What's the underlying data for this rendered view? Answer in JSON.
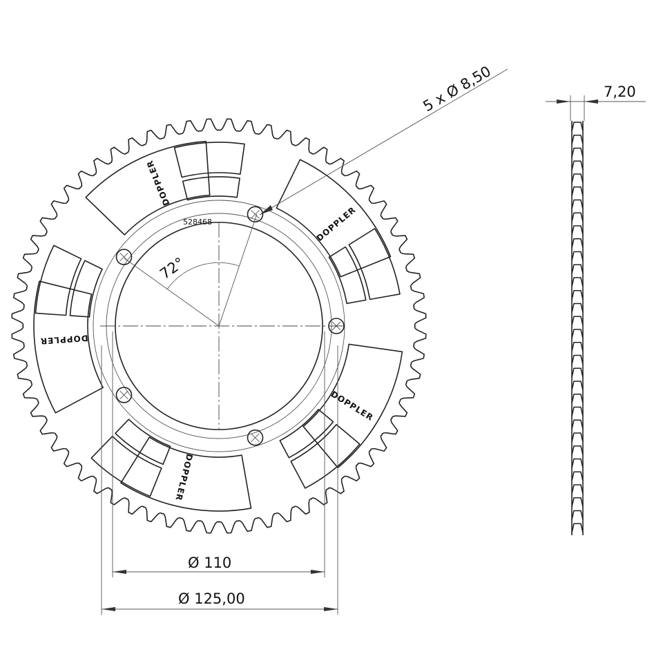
{
  "drawing": {
    "part_number": "528468",
    "brand": "DOPPLER",
    "bolt_angle_label": "72°",
    "bolt_holes_label": "5 x Ø 8,50",
    "inner_diameter_label": "Ø 110",
    "bolt_circle_label": "Ø 125,00",
    "thickness_label": "7,20"
  }
}
